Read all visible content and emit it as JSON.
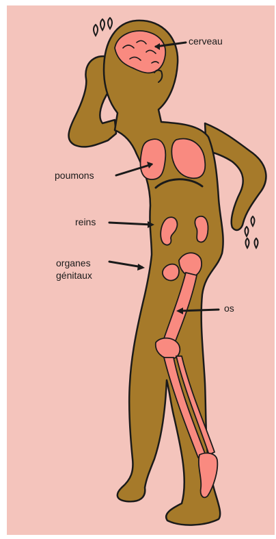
{
  "colors": {
    "background": "#f4c4bc",
    "skin": "#a67a2a",
    "organ": "#f98a80",
    "outline": "#1a1a1a"
  },
  "labels": {
    "cerveau": "cerveau",
    "poumons": "poumons",
    "reins": "reins",
    "organes_line1": "organes",
    "organes_line2": "génitaux",
    "os": "os"
  }
}
